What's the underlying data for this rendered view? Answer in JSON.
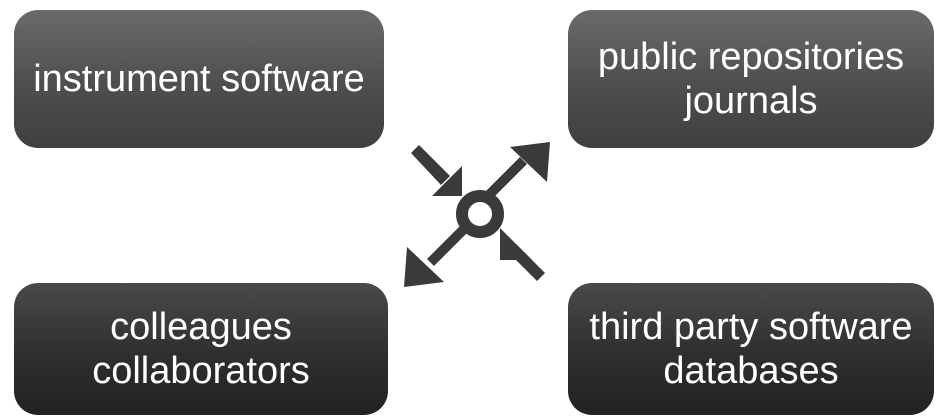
{
  "boxes": {
    "instrument_software": {
      "lines": [
        "instrument software"
      ]
    },
    "public_repositories": {
      "lines": [
        "public repositories",
        "journals"
      ]
    },
    "colleagues": {
      "lines": [
        "colleagues",
        "collaborators"
      ]
    },
    "third_party": {
      "lines": [
        "third party software",
        "databases"
      ]
    }
  },
  "colors": {
    "box_top": "#555555",
    "box_bottom": "#2e2e2e",
    "hub": "#3a3a3a",
    "text": "#ffffff",
    "background": "#ffffff"
  },
  "icons": {
    "center": "exchange-hub-arrows-icon"
  }
}
